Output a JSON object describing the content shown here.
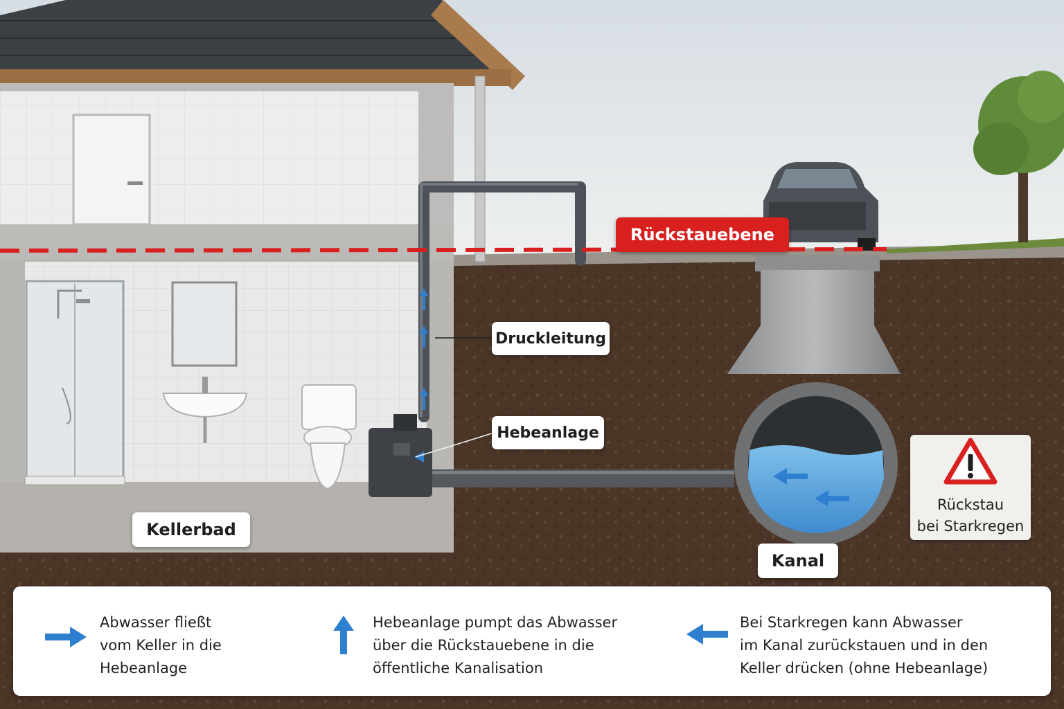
{
  "labels": {
    "rueckstauebene": "Rückstauebene",
    "druckleitung": "Druckleitung",
    "hebeanlage": "Hebeanlage",
    "kellerbad": "Kellerbad",
    "kanal": "Kanal"
  },
  "warning": {
    "icon": "warning-triangle-icon",
    "line1": "Rückstau",
    "line2": "bei Starkregen"
  },
  "legend": [
    {
      "icon": "arrow-right-icon",
      "lines": [
        "Abwasser fließt",
        "vom Keller in die",
        "Hebeanlage"
      ]
    },
    {
      "icon": "arrow-up-icon",
      "lines": [
        "Hebeanlage pumpt das Abwasser",
        "über die Rückstauebene in die",
        "öffentliche Kanalisation"
      ]
    },
    {
      "icon": "arrow-left-icon",
      "lines": [
        "Bei Starkregen kann Abwasser",
        "im Kanal zurückstauen und in den",
        "Keller drücken (ohne Hebeanlage)"
      ]
    }
  ],
  "colors": {
    "accent_red": "#d8201f",
    "flow_blue": "#2f7fd0",
    "water_blue": "#5fa8df",
    "soil": "#4a3527",
    "pipe": "#4d5258"
  }
}
